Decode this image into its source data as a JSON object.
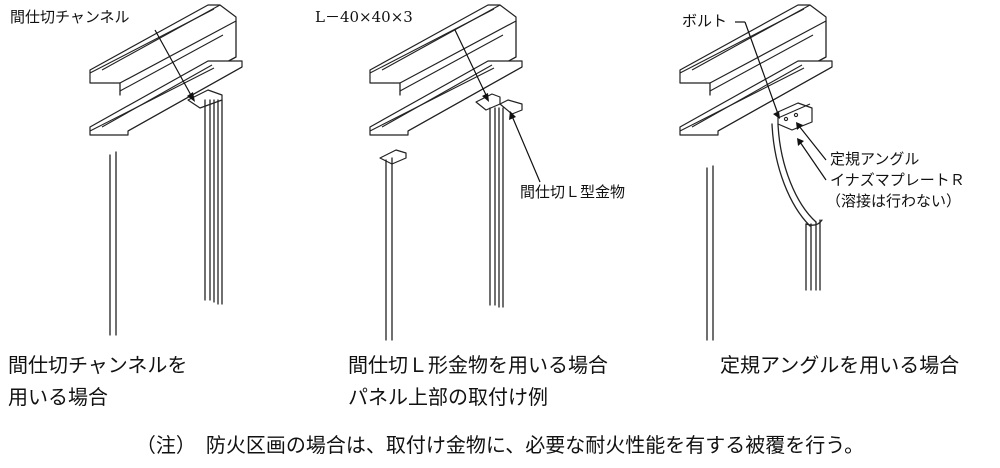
{
  "labels": {
    "channel": "間仕切チャンネル",
    "l_size": "L－40×40×3",
    "l_bracket": "間仕切Ｌ型金物",
    "bolt": "ボルト",
    "angle": "定規アングル",
    "plate": "イナズマプレートＲ",
    "no_weld": "（溶接は行わない）"
  },
  "captions": {
    "case1_line1": "間仕切チャンネルを",
    "case1_line2": "用いる場合",
    "case2_line1": "間仕切Ｌ形金物を用いる場合",
    "case2_line2": "パネル上部の取付け例",
    "case3_line1": "定規アングルを用いる場合"
  },
  "note": "（注）　防火区画の場合は、取付け金物に、必要な耐火性能を有する被覆を行う。"
}
